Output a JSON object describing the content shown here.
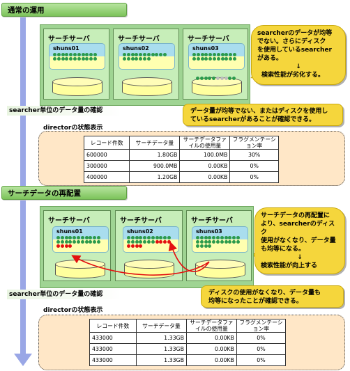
{
  "section1": {
    "title": "通常の運用",
    "servers": [
      {
        "title": "サーチサーバ",
        "name": "shuns01",
        "disk_dots": [
          "g",
          "g",
          "g",
          "g",
          "g",
          "g",
          "g",
          "g",
          "g",
          "g",
          "g",
          "g"
        ]
      },
      {
        "title": "サーチサーバ",
        "name": "shuns02",
        "disk_dots": [
          "g",
          "g",
          "g",
          "g",
          "g",
          "g",
          "g",
          "g",
          "g",
          "g",
          "g",
          "g"
        ]
      },
      {
        "title": "サーチサーバ",
        "name": "shuns03",
        "disk_dots": [
          "g",
          "g",
          "g",
          "g",
          "g",
          "gr",
          "gr",
          "gr",
          "g",
          "g",
          "g",
          "g"
        ]
      }
    ],
    "callout": {
      "line1": "searcherのデータが均等",
      "line2": "でない。さらにディスク",
      "line3": "を使用しているsearcher",
      "line4": "がある。",
      "arrow": "↓",
      "line5": "検索性能が劣化する。"
    },
    "check_label": "searcher単位のデータ量の確認",
    "check_callout": {
      "line1": "データ量が均等でない、またはディスクを使用し",
      "line2": "ているsearcherがあることが確認できる。"
    },
    "director_label": "directorの状態表示",
    "table": {
      "headers": [
        "レコード件数",
        "サーチデータ量",
        "サーチデータファイルの使用量",
        "フラグメンテーション率"
      ],
      "rows": [
        [
          "600000",
          "1.80GB",
          "100.0MB",
          "30%"
        ],
        [
          "300000",
          "900.0MB",
          "0.00KB",
          "0%"
        ],
        [
          "400000",
          "1.20GB",
          "0.00KB",
          "0%"
        ]
      ]
    }
  },
  "section2": {
    "title": "サーチデータの再配置",
    "servers": [
      {
        "title": "サーチサーバ",
        "name": "shuns01"
      },
      {
        "title": "サーチサーバ",
        "name": "shuns02"
      },
      {
        "title": "サーチサーバ",
        "name": "shuns03"
      }
    ],
    "callout": {
      "line1": "サーチデータの再配置に",
      "line2": "より、searcherのディスク",
      "line3": "使用がなくなり、データ量",
      "line4": "も均等になる。",
      "arrow": "↓",
      "line5": "検索性能が向上する"
    },
    "check_label": "searcher単位のデータ量の確認",
    "check_callout": {
      "line1": "ディスクの使用がなくなり、データ量も",
      "line2": "均等になったことが確認できる。"
    },
    "director_label": "directorの状態表示",
    "table": {
      "headers": [
        "レコード件数",
        "サーチデータ量",
        "サーチデータファイルの使用量",
        "フラグメンテーション率"
      ],
      "rows": [
        [
          "433000",
          "1.33GB",
          "0.00KB",
          "0%"
        ],
        [
          "433000",
          "1.33GB",
          "0.00KB",
          "0%"
        ],
        [
          "433000",
          "1.33GB",
          "0.00KB",
          "0%"
        ]
      ]
    }
  },
  "colors": {
    "header_green": "#7cc35a",
    "panel_green": "#9fd493",
    "callout_yellow": "#f5d63c",
    "arrow_blue": "#9aa7e6",
    "dot_green": "#2b9a4c",
    "dot_red": "#e31010"
  }
}
